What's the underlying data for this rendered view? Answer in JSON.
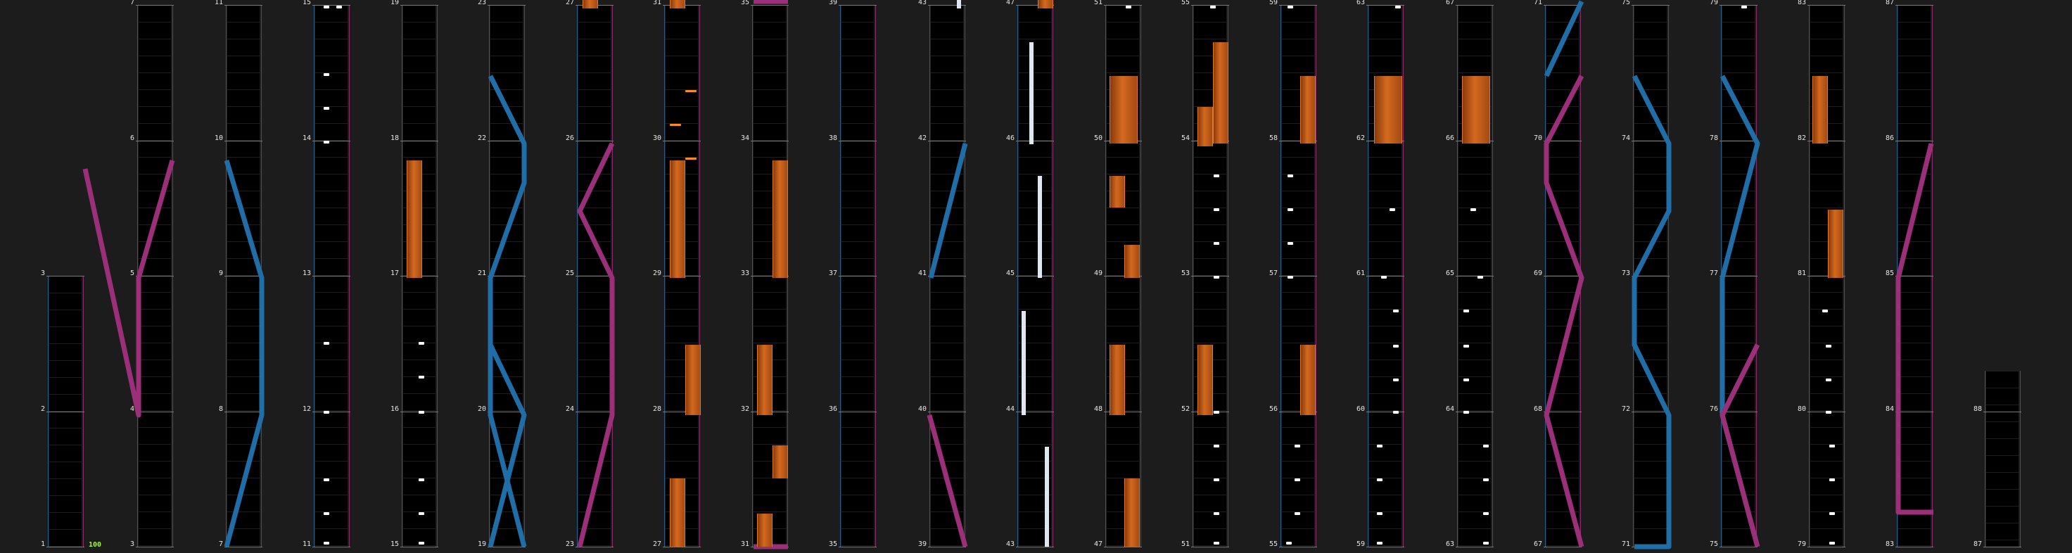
{
  "combo": "100",
  "colors": {
    "background": "#1c1c1c",
    "lane": "#000000",
    "left_slide": "#1f6ea8",
    "right_slide": "#9b2f7a",
    "hold": "#c8601c",
    "tap": "#ffffff"
  },
  "measures": [
    {
      "label": "1"
    },
    {
      "label": "2"
    },
    {
      "label": "3"
    },
    {
      "label": "3"
    },
    {
      "label": "4"
    },
    {
      "label": "5"
    },
    {
      "label": "6"
    },
    {
      "label": "7"
    },
    {
      "label": "7"
    },
    {
      "label": "8"
    },
    {
      "label": "9"
    },
    {
      "label": "10"
    },
    {
      "label": "11"
    },
    {
      "label": "11"
    },
    {
      "label": "12"
    },
    {
      "label": "13"
    },
    {
      "label": "14"
    },
    {
      "label": "15"
    },
    {
      "label": "15"
    },
    {
      "label": "16"
    },
    {
      "label": "17"
    },
    {
      "label": "18"
    },
    {
      "label": "19"
    },
    {
      "label": "19"
    },
    {
      "label": "20"
    },
    {
      "label": "21"
    },
    {
      "label": "22"
    },
    {
      "label": "23"
    },
    {
      "label": "23"
    },
    {
      "label": "24"
    },
    {
      "label": "25"
    },
    {
      "label": "26"
    },
    {
      "label": "27"
    },
    {
      "label": "27"
    },
    {
      "label": "28"
    },
    {
      "label": "29"
    },
    {
      "label": "30"
    },
    {
      "label": "31"
    },
    {
      "label": "31"
    },
    {
      "label": "32"
    },
    {
      "label": "33"
    },
    {
      "label": "34"
    },
    {
      "label": "35"
    },
    {
      "label": "35"
    },
    {
      "label": "36"
    },
    {
      "label": "37"
    },
    {
      "label": "38"
    },
    {
      "label": "39"
    },
    {
      "label": "39"
    },
    {
      "label": "40"
    },
    {
      "label": "41"
    },
    {
      "label": "42"
    },
    {
      "label": "43"
    },
    {
      "label": "43"
    },
    {
      "label": "44"
    },
    {
      "label": "45"
    },
    {
      "label": "46"
    },
    {
      "label": "47"
    },
    {
      "label": "47"
    },
    {
      "label": "48"
    },
    {
      "label": "49"
    },
    {
      "label": "50"
    },
    {
      "label": "51"
    },
    {
      "label": "51"
    },
    {
      "label": "52"
    },
    {
      "label": "53"
    },
    {
      "label": "54"
    },
    {
      "label": "55"
    },
    {
      "label": "55"
    },
    {
      "label": "56"
    },
    {
      "label": "57"
    },
    {
      "label": "58"
    },
    {
      "label": "59"
    },
    {
      "label": "59"
    },
    {
      "label": "60"
    },
    {
      "label": "61"
    },
    {
      "label": "62"
    },
    {
      "label": "63"
    },
    {
      "label": "63"
    },
    {
      "label": "64"
    },
    {
      "label": "65"
    },
    {
      "label": "66"
    },
    {
      "label": "67"
    },
    {
      "label": "67"
    },
    {
      "label": "68"
    },
    {
      "label": "69"
    },
    {
      "label": "70"
    },
    {
      "label": "71"
    },
    {
      "label": "71"
    },
    {
      "label": "72"
    },
    {
      "label": "73"
    },
    {
      "label": "74"
    },
    {
      "label": "75"
    },
    {
      "label": "75"
    },
    {
      "label": "76"
    },
    {
      "label": "77"
    },
    {
      "label": "78"
    },
    {
      "label": "79"
    },
    {
      "label": "79"
    },
    {
      "label": "80"
    },
    {
      "label": "81"
    },
    {
      "label": "82"
    },
    {
      "label": "83"
    },
    {
      "label": "83"
    },
    {
      "label": "84"
    },
    {
      "label": "85"
    },
    {
      "label": "86"
    },
    {
      "label": "87"
    },
    {
      "label": "87"
    },
    {
      "label": "88"
    }
  ]
}
